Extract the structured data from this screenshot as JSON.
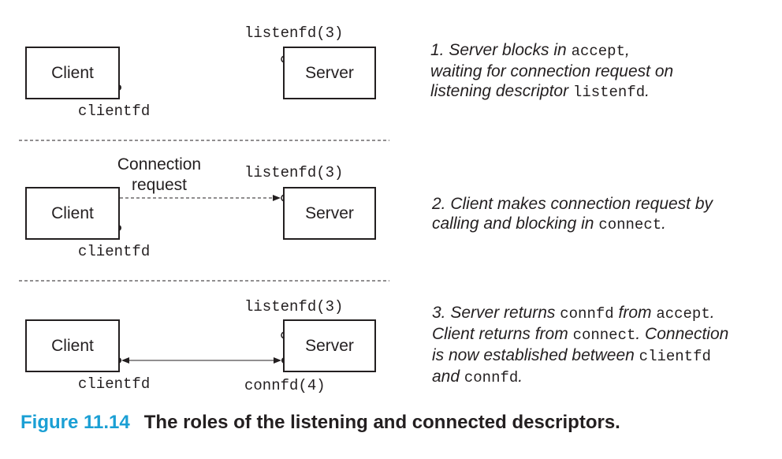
{
  "panels": [
    {
      "client_label": "Client",
      "server_label": "Server",
      "client_fd": "clientfd",
      "listen_fd": "listenfd(3)",
      "description": [
        [
          {
            "t": "1. Server blocks in ",
            "code": false
          },
          {
            "t": "accept",
            "code": true
          },
          {
            "t": ",",
            "code": false
          }
        ],
        [
          {
            "t": "waiting for connection request on",
            "code": false
          }
        ],
        [
          {
            "t": "listening descriptor ",
            "code": false
          },
          {
            "t": "listenfd",
            "code": true
          },
          {
            "t": ".",
            "code": false
          }
        ]
      ]
    },
    {
      "client_label": "Client",
      "server_label": "Server",
      "client_fd": "clientfd",
      "listen_fd": "listenfd(3)",
      "request_label_line1": "Connection",
      "request_label_line2": "request",
      "description": [
        [
          {
            "t": "2. Client makes connection request by",
            "code": false
          }
        ],
        [
          {
            "t": "calling and blocking in ",
            "code": false
          },
          {
            "t": "connect",
            "code": true
          },
          {
            "t": ".",
            "code": false
          }
        ]
      ]
    },
    {
      "client_label": "Client",
      "server_label": "Server",
      "client_fd": "clientfd",
      "listen_fd": "listenfd(3)",
      "conn_fd": "connfd(4)",
      "description": [
        [
          {
            "t": "3. Server returns ",
            "code": false
          },
          {
            "t": "connfd",
            "code": true
          },
          {
            "t": " from ",
            "code": false
          },
          {
            "t": "accept",
            "code": true
          },
          {
            "t": ".",
            "code": false
          }
        ],
        [
          {
            "t": "Client returns from ",
            "code": false
          },
          {
            "t": "connect",
            "code": true
          },
          {
            "t": ". Connection",
            "code": false
          }
        ],
        [
          {
            "t": "is now established between ",
            "code": false
          },
          {
            "t": "clientfd",
            "code": true
          }
        ],
        [
          {
            "t": "and ",
            "code": false
          },
          {
            "t": "connfd",
            "code": true
          },
          {
            "t": ".",
            "code": false
          }
        ]
      ]
    }
  ],
  "caption": {
    "number": "Figure 11.14",
    "text": "The roles of the listening and connected descriptors."
  },
  "colors": {
    "ink": "#231f20",
    "caption_accent": "#1a9fd4"
  }
}
